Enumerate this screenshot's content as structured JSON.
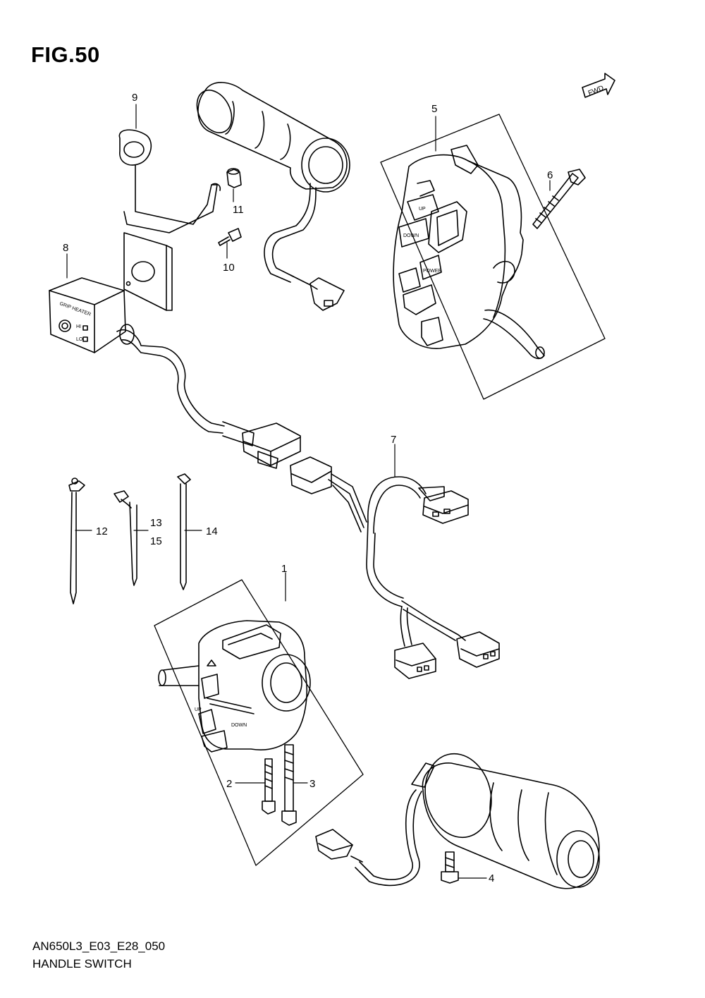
{
  "figure": {
    "title": "FIG.50"
  },
  "fwd_badge": "FWD",
  "footer": {
    "code": "AN650L3_E03_E28_050",
    "name": "HANDLE SWITCH"
  },
  "callouts": [
    "1",
    "2",
    "3",
    "4",
    "5",
    "6",
    "7",
    "8",
    "9",
    "10",
    "11",
    "12",
    "13",
    "15",
    "14"
  ],
  "switch_texts": {
    "grip_heater": "GRIP HEATER",
    "hi": "HI",
    "lo": "LO",
    "up": "UP",
    "down": "DOWN",
    "power": "POWER",
    "up_small": "UP",
    "down_small": "DOWN"
  }
}
